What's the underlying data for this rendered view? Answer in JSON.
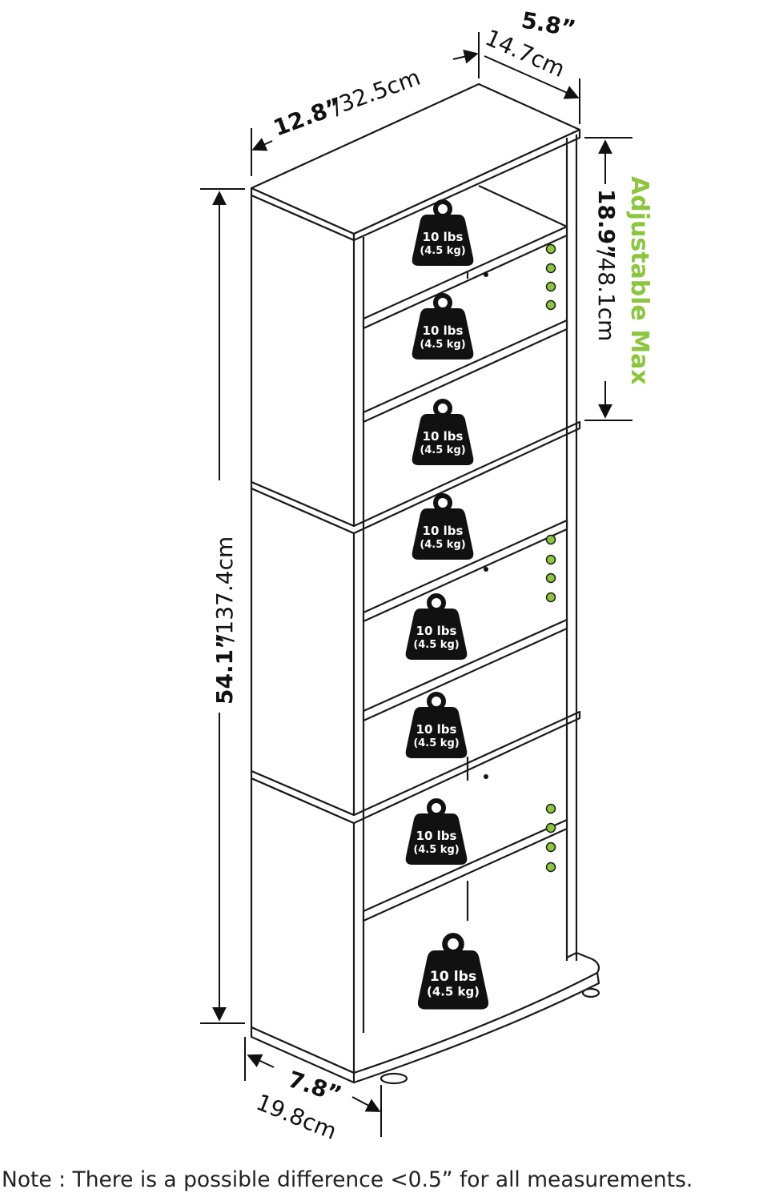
{
  "dimensions": {
    "width_in": "12.8”",
    "width_cm": "/32.5cm",
    "depth_in": "5.8”",
    "depth_cm": "14.7cm",
    "height_in": "54.1”",
    "height_cm": "/137.4cm",
    "shelf_gap_in": "18.9”",
    "shelf_gap_cm": "/48.1cm",
    "base_in": "7.8”",
    "base_cm": "19.8cm"
  },
  "adjustable_label": "Adjustable Max",
  "accent_color": "#8cc63f",
  "weight_icon": "weight-icon",
  "shelf_weights": [
    {
      "lbs": "10 lbs",
      "kg": "(4.5 kg)"
    },
    {
      "lbs": "10 lbs",
      "kg": "(4.5 kg)"
    },
    {
      "lbs": "10 lbs",
      "kg": "(4.5 kg)"
    },
    {
      "lbs": "10 lbs",
      "kg": "(4.5 kg)"
    },
    {
      "lbs": "10 lbs",
      "kg": "(4.5 kg)"
    },
    {
      "lbs": "10 lbs",
      "kg": "(4.5 kg)"
    },
    {
      "lbs": "10 lbs",
      "kg": "(4.5 kg)"
    },
    {
      "lbs": "10 lbs",
      "kg": "(4.5 kg)"
    }
  ],
  "note": "Note : There is a possible difference <0.5” for all measurements."
}
